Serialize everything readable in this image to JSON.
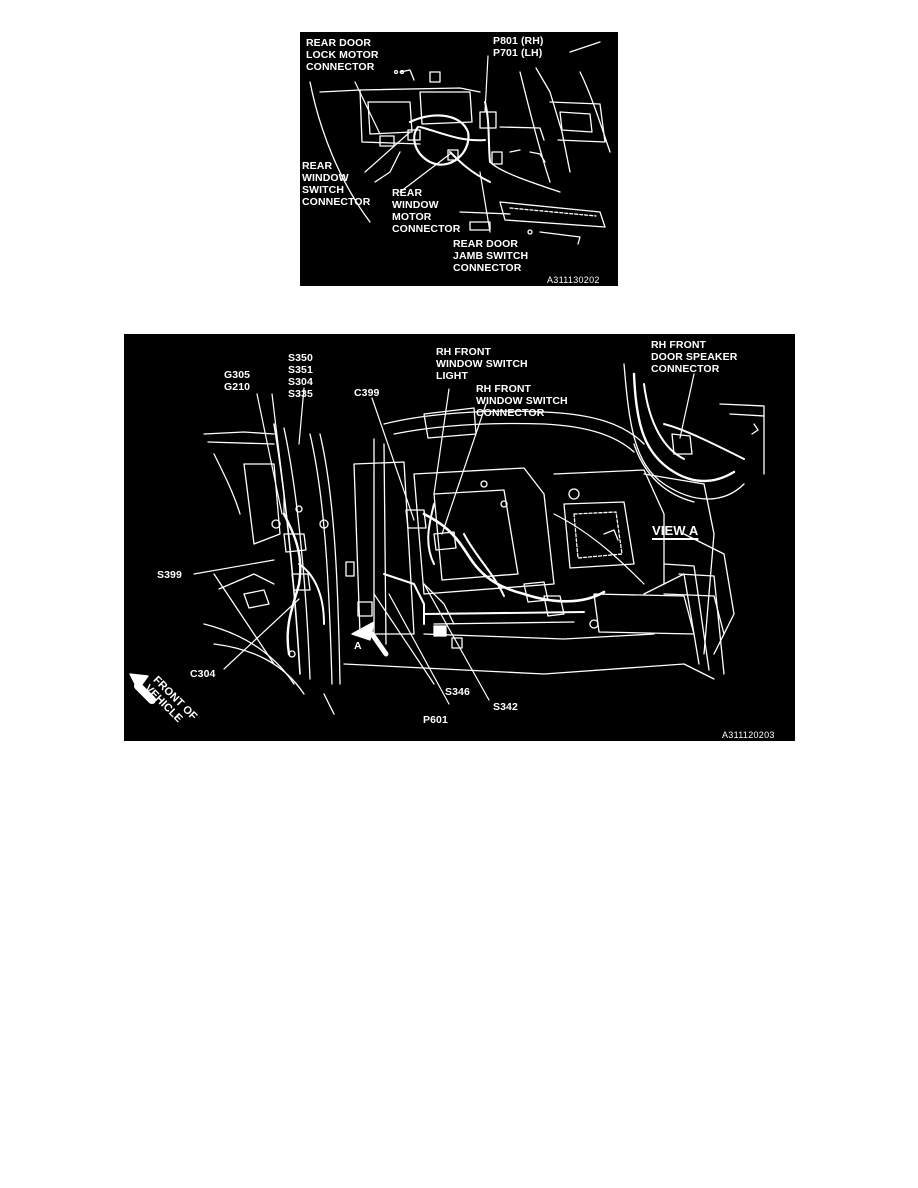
{
  "figure1": {
    "labels": {
      "rear_door_lock": "REAR DOOR\nLOCK MOTOR\nCONNECTOR",
      "p801": "P801 (RH)\nP701 (LH)",
      "rear_window_switch": "REAR\nWINDOW\nSWITCH\nCONNECTOR",
      "rear_window_motor": "REAR\nWINDOW\nMOTOR\nCONNECTOR",
      "rear_door_jamb": "REAR DOOR\nJAMB SWITCH\nCONNECTOR"
    },
    "code": "A311130202"
  },
  "figure2": {
    "labels": {
      "g305": "G305\nG210",
      "s350": "S350\nS351\nS304\nS335",
      "c399": "C399",
      "rh_window_light": "RH FRONT\nWINDOW SWITCH\nLIGHT",
      "rh_window_conn": "RH FRONT\nWINDOW SWITCH\nCONNECTOR",
      "rh_speaker": "RH FRONT\nDOOR SPEAKER\nCONNECTOR",
      "view_a": "VIEW A",
      "s399": "S399",
      "c304": "C304",
      "front": "FRONT OF\nVEHICLE",
      "a": "A",
      "s346": "S346",
      "s342": "S342",
      "p601": "P601"
    },
    "code": "A311120203"
  }
}
